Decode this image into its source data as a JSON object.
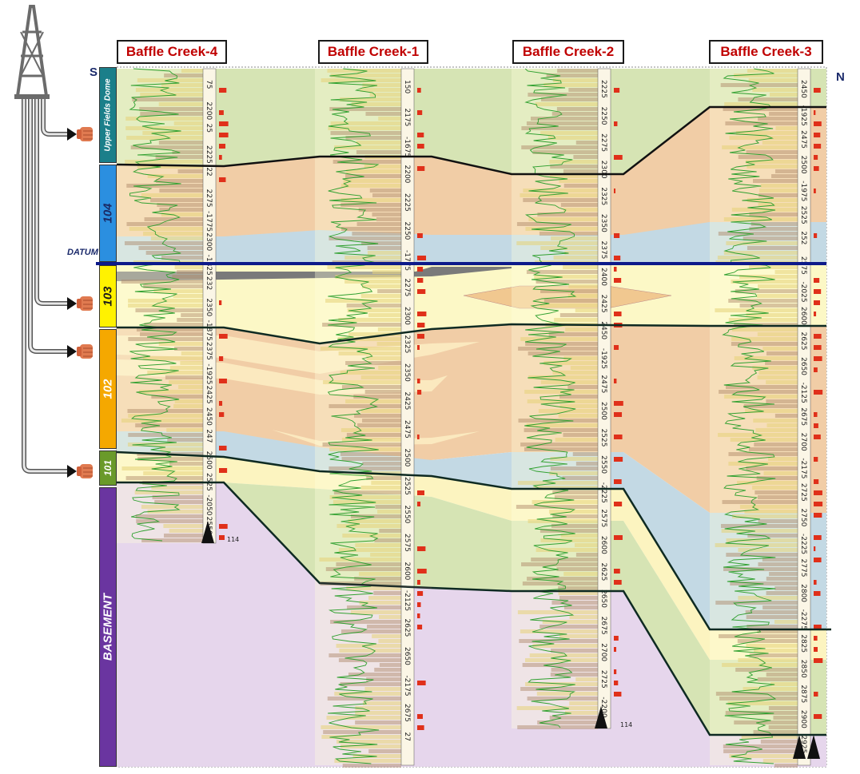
{
  "wells": [
    {
      "id": "bc4",
      "name": "Baffle Creek-4",
      "depths": [
        "75",
        "2200",
        "25",
        "2225",
        "22",
        "2275",
        "-1775",
        "2300",
        "-1825",
        "232",
        "2350",
        "-1875",
        "2375",
        "-1925",
        "2425",
        "2450",
        "247",
        "2500",
        "2525",
        "-2050",
        "2550"
      ],
      "td_label": "114"
    },
    {
      "id": "bc1",
      "name": "Baffle Creek-1",
      "depths": [
        "150",
        "2175",
        "-1675",
        "2200",
        "2225",
        "2250",
        "-1775",
        "2275",
        "2300",
        "2325",
        "2350",
        "2425",
        "2475",
        "2500",
        "2525",
        "2550",
        "2575",
        "2600",
        "-2125",
        "2625",
        "2650",
        "-2175",
        "2675",
        "27"
      ]
    },
    {
      "id": "bc2",
      "name": "Baffle Creek-2",
      "depths": [
        "2225",
        "2250",
        "2275",
        "2300",
        "2325",
        "2350",
        "2375",
        "2400",
        "2425",
        "2450",
        "-1925",
        "2475",
        "2500",
        "2525",
        "2550",
        "-2225",
        "2575",
        "2600",
        "2625",
        "2650",
        "2675",
        "2700",
        "2725",
        "-2200"
      ],
      "td_label": "114"
    },
    {
      "id": "bc3",
      "name": "Baffle Creek-3",
      "depths": [
        "2450",
        "-1925",
        "2475",
        "2500",
        "-1975",
        "2525",
        "252",
        "2575",
        "-2025",
        "2600",
        "2625",
        "2650",
        "-2125",
        "2675",
        "2700",
        "-2175",
        "2725",
        "2750",
        "-2225",
        "2775",
        "2800",
        "-2275",
        "2825",
        "2850",
        "2875",
        "2900",
        "2925"
      ]
    }
  ],
  "direction": {
    "south": "S",
    "north": "N"
  },
  "datum_label": "DATUM",
  "zones": [
    {
      "id": "upper",
      "label": "Upper Fields Dome",
      "color": "#1b7f8a",
      "text_color": "#ffffff"
    },
    {
      "id": "z104",
      "label": "104",
      "color": "#2b8fe0",
      "text_color": "#1a2a66"
    },
    {
      "id": "z103",
      "label": "103",
      "color": "#fff200",
      "text_color": "#1a1a1a"
    },
    {
      "id": "z102",
      "label": "102",
      "color": "#f5a800",
      "text_color": "#ffffff"
    },
    {
      "id": "z101",
      "label": "101",
      "color": "#6a9a2a",
      "text_color": "#ffffff"
    },
    {
      "id": "basement",
      "label": "BASEMENT",
      "color": "#6a35a0",
      "text_color": "#ffffff"
    }
  ],
  "colors": {
    "upper_fill": "#d6e4b4",
    "z104_fill": "#f1cda6",
    "z104_blue": "#c3d9e4",
    "z103_fill": "#fcf8c6",
    "z102_fill": "#f1cda6",
    "z102_blue": "#c3d9e4",
    "z101_fill": "#fcf4c0",
    "lower_green": "#d6e4b4",
    "basement_fill": "#e6d6ec",
    "datum": "#0d1a8a",
    "boundary": "#0e2a22",
    "log_green": "#2fa02f",
    "log_red": "#e0301a"
  },
  "icons": [
    "drilling-rig-icon",
    "hand-pointer-icon"
  ]
}
